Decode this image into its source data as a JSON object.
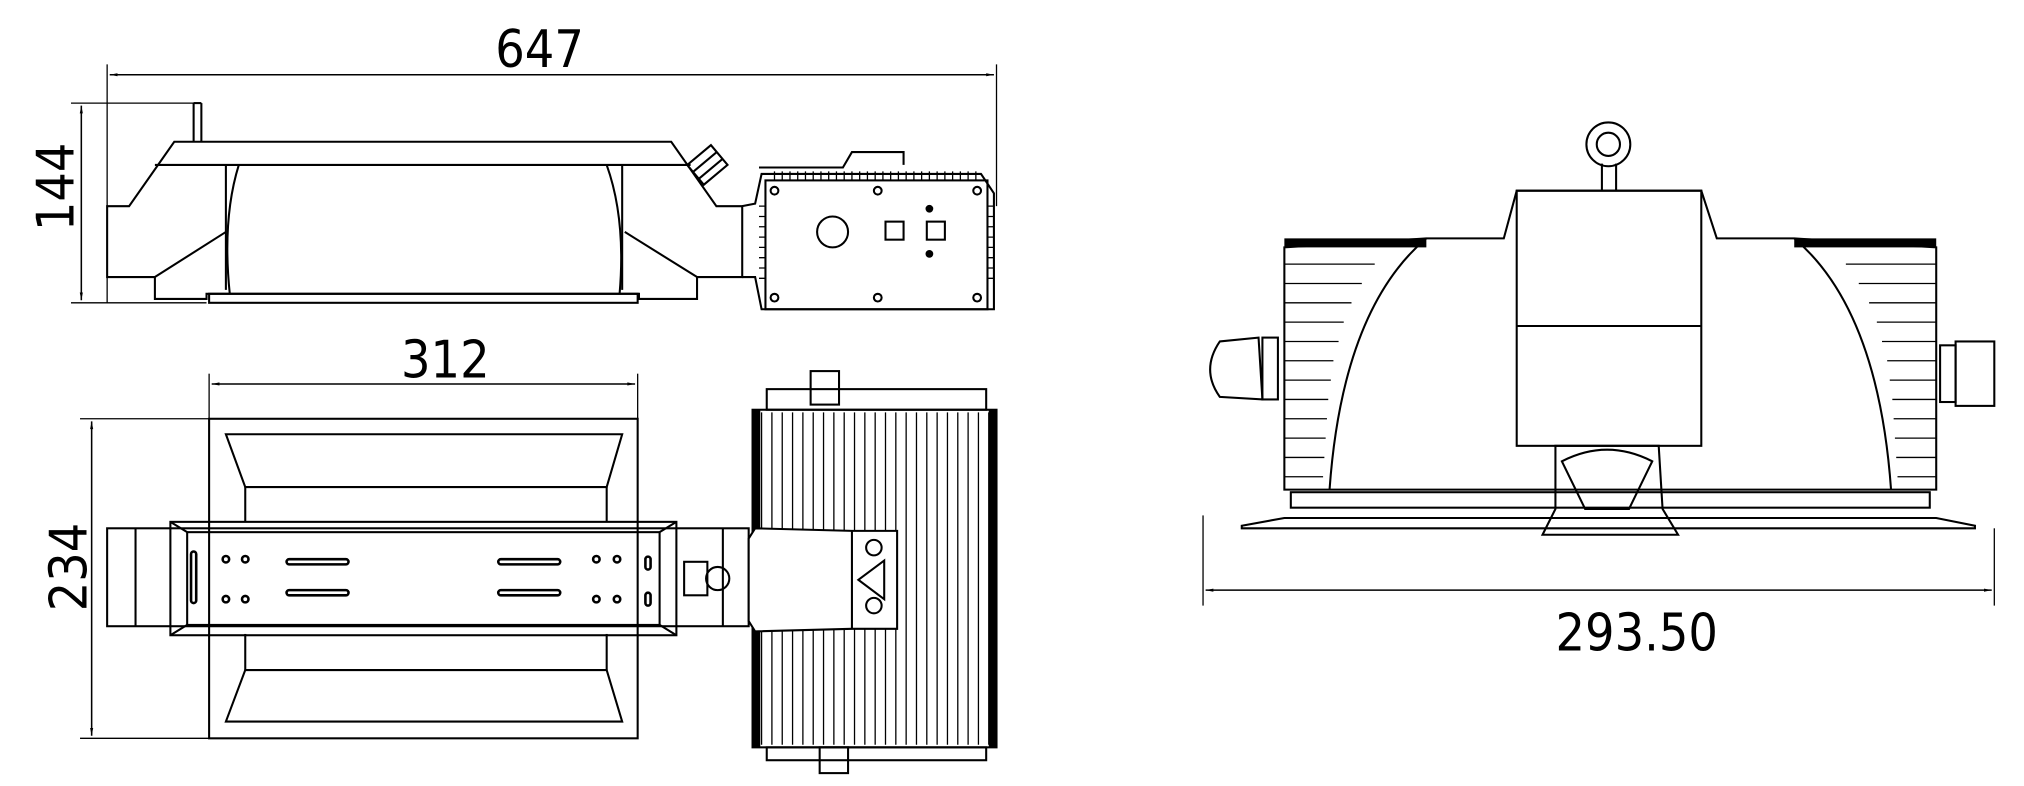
{
  "drawing": {
    "dimensions": {
      "overall_length": "647",
      "height": "144",
      "reflector_width": "312",
      "reflector_depth": "234",
      "end_view_width": "293.50"
    }
  }
}
